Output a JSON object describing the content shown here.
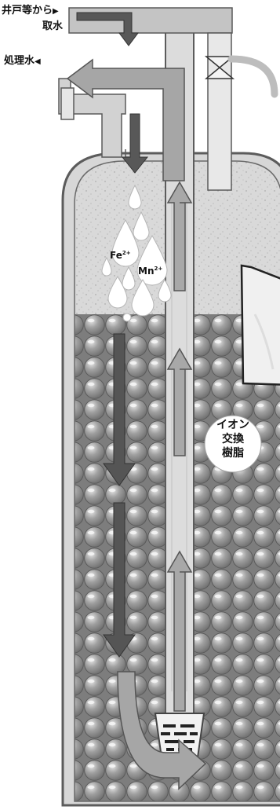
{
  "labels": {
    "intake_line1": "井戸等から",
    "intake_line2": "取水",
    "treated": "処理水",
    "fe": "Fe",
    "fe_charge": "2+",
    "mn": "Mn",
    "mn_charge": "2+",
    "resin_line1": "イオン",
    "resin_line2": "交換",
    "resin_line3": "樹脂"
  },
  "colors": {
    "dark_arrow": "#555555",
    "light_arrow": "#a9a9a9",
    "tank_outline": "#555555",
    "bead": "#8f8f8f",
    "water": "#d4d4d4"
  }
}
